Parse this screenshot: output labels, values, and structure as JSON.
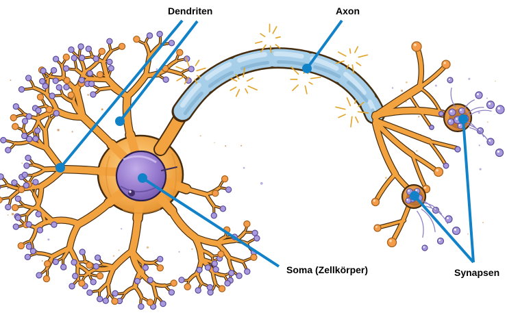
{
  "labels": {
    "dendrites": "Dendriten",
    "axon": "Axon",
    "soma": "Soma (Zellkörper)",
    "synapses": "Synapsen"
  },
  "colors": {
    "background": "#FFFFFF",
    "pointer_blue": "#1182C8",
    "text_black": "#000000",
    "cell_orange": "#F2A23E",
    "cell_orange_light": "#FCD98E",
    "cell_orange_deep": "#E28C28",
    "outline_brown": "#452C0F",
    "myelin_blue": "#A8CFE9",
    "myelin_blue_light": "#DFF0FA",
    "myelin_blue_dark": "#6FA3C8",
    "node_gold": "#EFC132",
    "nucleus_purple": "#9377CC",
    "nucleus_purple_light": "#C2ACEA",
    "nucleus_purple_dark": "#6F54A6",
    "nucleus_outline": "#2A1E4E",
    "vesicle_lavender": "#A89ADC",
    "vesicle_outline": "#5A4A9A",
    "knob_orange": "#F49C4A",
    "knob_orange_outline": "#A4601A",
    "burst_gold": "#E2A62E",
    "terminal_orange": "#E09040",
    "terminal_inner": "#B26B30"
  }
}
